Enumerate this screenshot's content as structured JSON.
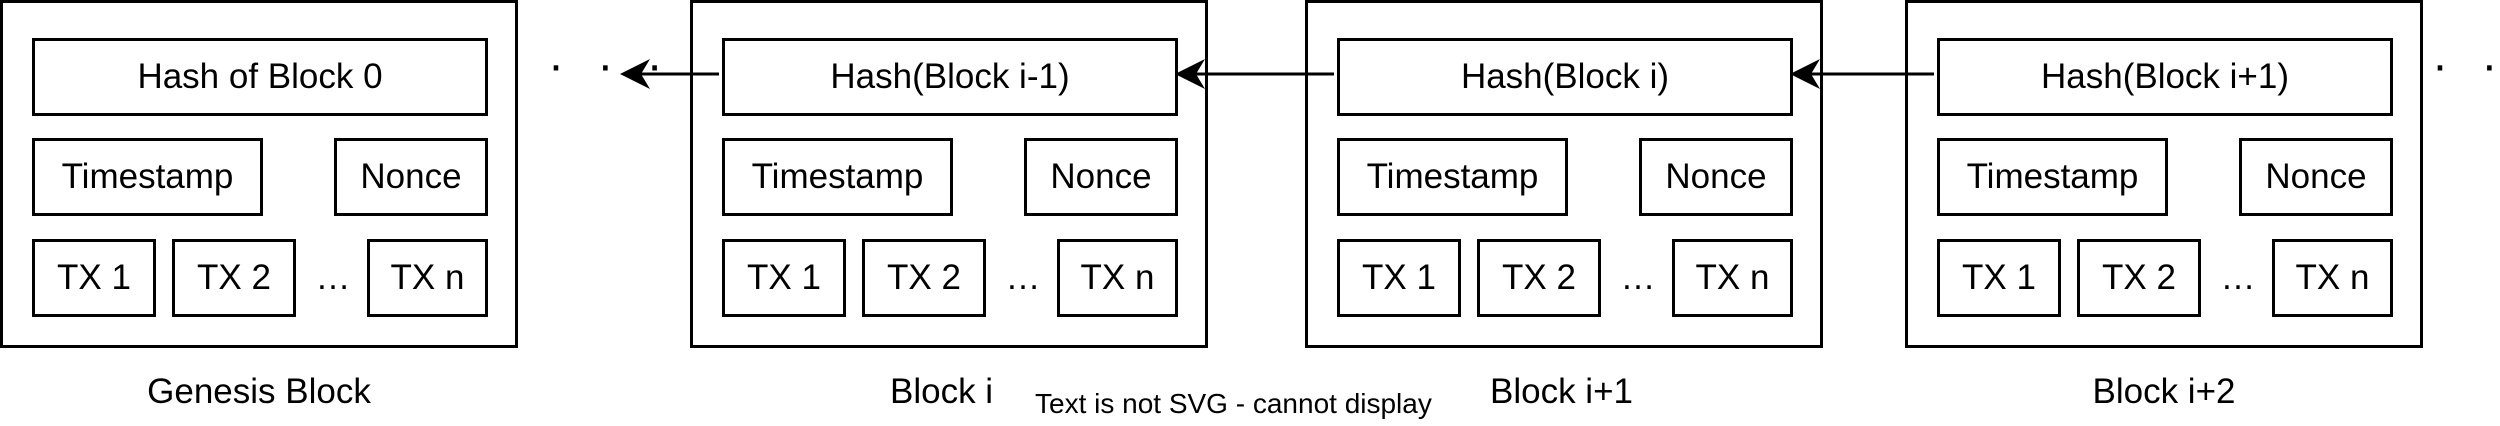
{
  "blocks": [
    {
      "caption": "Genesis Block",
      "hash": "Hash of Block 0",
      "timestamp": "Timestamp",
      "nonce": "Nonce",
      "tx1": "TX 1",
      "tx2": "TX 2",
      "txn": "TX n",
      "ellipsis": "…"
    },
    {
      "caption": "Block i",
      "hash": "Hash(Block i-1)",
      "timestamp": "Timestamp",
      "nonce": "Nonce",
      "tx1": "TX 1",
      "tx2": "TX 2",
      "txn": "TX n",
      "ellipsis": "…"
    },
    {
      "caption": "Block i+1",
      "hash": "Hash(Block i)",
      "timestamp": "Timestamp",
      "nonce": "Nonce",
      "tx1": "TX 1",
      "tx2": "TX 2",
      "txn": "TX n",
      "ellipsis": "…"
    },
    {
      "caption": "Block i+2",
      "hash": "Hash(Block i+1)",
      "timestamp": "Timestamp",
      "nonce": "Nonce",
      "tx1": "TX 1",
      "tx2": "TX 2",
      "txn": "TX n",
      "ellipsis": "…"
    }
  ],
  "chain_dots_left": "· · ·",
  "chain_dots_right": "· · ·",
  "warning_text": "Text is not SVG - cannot display"
}
